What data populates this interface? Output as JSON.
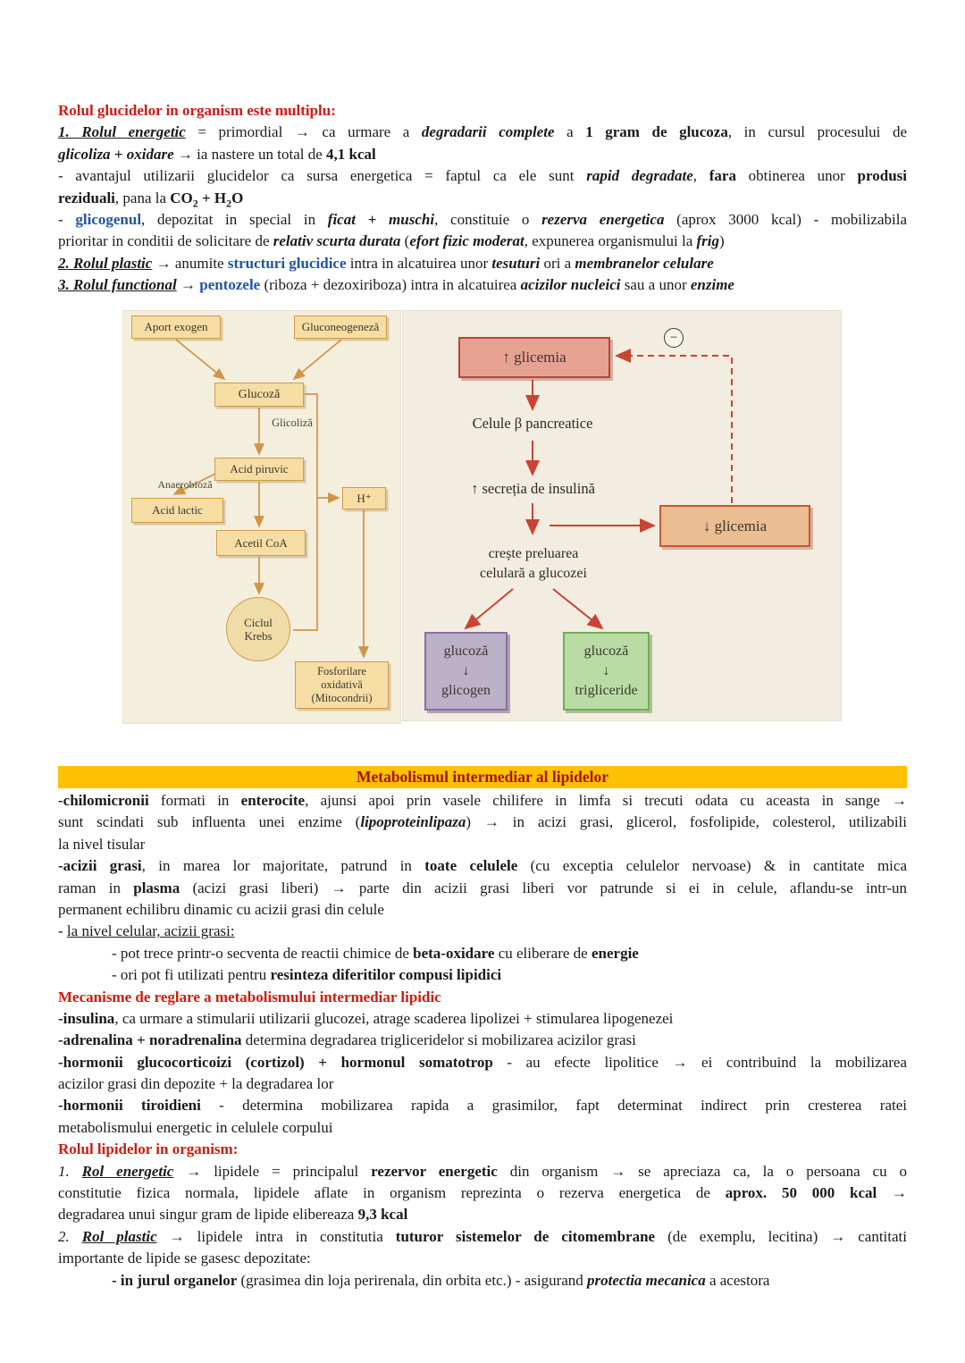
{
  "colors": {
    "header_red": "#d11a10",
    "link_blue": "#2353a0",
    "band_bg": "#ffc103",
    "band_text": "#a31309",
    "diagram_box_tan": "#f6dda4",
    "diagram_arrow_left": "#cf9446",
    "diagram_arrow_right": "#c94434",
    "glicemia_up_fill": "#e7a193",
    "glicemia_down_fill": "#eabd92",
    "glicogen_box_fill": "#bbb1c8",
    "trigliceride_box_fill": "#b9dca4"
  },
  "glucide_section": {
    "lines": [
      {
        "j": false,
        "ind": 0,
        "seg": [
          [
            "Rolul glucidelor in organism este multiplu:",
            "r"
          ]
        ]
      },
      {
        "j": true,
        "ind": 0,
        "seg": [
          [
            "1. Rolul energetic",
            "biu"
          ],
          [
            " = primordial → ca urmare a ",
            ""
          ],
          [
            "degradarii complete",
            "bi"
          ],
          [
            " a ",
            ""
          ],
          [
            "1 gram de glucoza",
            "b"
          ],
          [
            ", in cursul procesului de",
            ""
          ]
        ]
      },
      {
        "j": false,
        "ind": 0,
        "seg": [
          [
            "glicoliza + oxidare",
            "bi"
          ],
          [
            " → ia nastere un total de ",
            ""
          ],
          [
            "4,1 kcal",
            "b"
          ]
        ]
      },
      {
        "j": true,
        "ind": 0,
        "seg": [
          [
            "- avantajul utilizarii glucidelor ca sursa energetica = faptul ca ele sunt ",
            ""
          ],
          [
            "rapid degradate",
            "bi"
          ],
          [
            ", ",
            ""
          ],
          [
            "fara",
            "b"
          ],
          [
            " obtinerea unor ",
            ""
          ],
          [
            "produsi",
            "b"
          ]
        ]
      },
      {
        "j": false,
        "ind": 0,
        "seg": [
          [
            "reziduali",
            "b"
          ],
          [
            ", pana la ",
            ""
          ],
          [
            "CO",
            "b"
          ],
          [
            "2",
            "bsub"
          ],
          [
            " + H",
            "b"
          ],
          [
            "2",
            "bsub"
          ],
          [
            "O",
            "b"
          ]
        ]
      },
      {
        "j": true,
        "ind": 0,
        "seg": [
          [
            "- ",
            ""
          ],
          [
            "glicogenul",
            "bl"
          ],
          [
            ", depozitat in special in ",
            ""
          ],
          [
            "ficat + muschi",
            "bi"
          ],
          [
            ", constituie o ",
            ""
          ],
          [
            "rezerva energetica",
            "bi"
          ],
          [
            " (aprox 3000 kcal) - mobilizabila",
            ""
          ]
        ]
      },
      {
        "j": false,
        "ind": 0,
        "seg": [
          [
            "prioritar in conditii de solicitare de ",
            ""
          ],
          [
            "relativ scurta durata",
            "bi"
          ],
          [
            " (",
            ""
          ],
          [
            "efort fizic moderat",
            "bi"
          ],
          [
            ", expunerea organismului la ",
            ""
          ],
          [
            "frig",
            "bi"
          ],
          [
            ")",
            ""
          ]
        ]
      },
      {
        "j": false,
        "ind": 0,
        "seg": [
          [
            "2. Rolul plastic",
            "biu"
          ],
          [
            " → anumite ",
            ""
          ],
          [
            "structuri glucidice",
            "bl"
          ],
          [
            " intra in alcatuirea unor ",
            ""
          ],
          [
            "tesuturi",
            "bi"
          ],
          [
            " ori a ",
            ""
          ],
          [
            "membranelor celulare",
            "bi"
          ]
        ]
      },
      {
        "j": false,
        "ind": 0,
        "seg": [
          [
            "3. Rolul functional",
            "biu"
          ],
          [
            " → ",
            ""
          ],
          [
            "pentozele",
            "bl"
          ],
          [
            " (riboza + dezoxiriboza) intra in alcatuirea ",
            ""
          ],
          [
            "acizilor nucleici",
            "bi"
          ],
          [
            " sau a unor ",
            ""
          ],
          [
            "enzime",
            "bi"
          ]
        ]
      }
    ]
  },
  "diagram": {
    "left": {
      "aport_exogen": "Aport exogen",
      "gluconeogeneza": "Gluconeogeneză",
      "glucoza": "Glucoză",
      "glicoliza": "Glicoliză",
      "acid_piruvic": "Acid piruvic",
      "anaerobioza": "Anaerobioză",
      "acid_lactic": "Acid lactic",
      "h_plus": "H⁺",
      "acetil_coa": "Acetil CoA",
      "ciclul_krebs": "Ciclul\nKrebs",
      "fosforilare": "Fosforilare\noxidativă\n(Mitocondrii)"
    },
    "right": {
      "glicemia_up": "↑ glicemia",
      "minus": "−",
      "celule_beta": "Celule β pancreatice",
      "secretia": "↑ secreția de insulină",
      "glicemia_down": "↓ glicemia",
      "creste": "crește preluarea\ncelulară a glucozei",
      "glucoza_glicogen": "glucoză\n↓\nglicogen",
      "glucoza_trigliceride": "glucoză\n↓\ntrigliceride"
    }
  },
  "lipide_header": "Metabolismul intermediar al lipidelor",
  "lipide_section": {
    "lines": [
      {
        "j": true,
        "ind": 0,
        "seg": [
          [
            "-chilomicronii",
            "b"
          ],
          [
            " formati in ",
            ""
          ],
          [
            "enterocite",
            "b"
          ],
          [
            ", ajunsi apoi prin vasele chilifere in limfa si trecuti odata cu aceasta in sange →",
            ""
          ]
        ]
      },
      {
        "j": true,
        "ind": 0,
        "seg": [
          [
            "sunt scindati sub influenta unei enzime (",
            ""
          ],
          [
            "lipoproteinlipaza",
            "bi"
          ],
          [
            ") → in acizi grasi, glicerol, fosfolipide, colesterol, utilizabili",
            ""
          ]
        ]
      },
      {
        "j": false,
        "ind": 0,
        "seg": [
          [
            "la nivel tisular",
            ""
          ]
        ]
      },
      {
        "j": true,
        "ind": 0,
        "seg": [
          [
            "-acizii grasi",
            "b"
          ],
          [
            ", in marea lor majoritate, patrund in ",
            ""
          ],
          [
            "toate celulele",
            "b"
          ],
          [
            " (cu exceptia celulelor nervoase) & in cantitate mica",
            ""
          ]
        ]
      },
      {
        "j": true,
        "ind": 0,
        "seg": [
          [
            "raman in ",
            ""
          ],
          [
            "plasma",
            "b"
          ],
          [
            " (acizi grasi liberi) → parte din acizii grasi liberi vor patrunde si ei in celule, aflandu-se intr-un",
            ""
          ]
        ]
      },
      {
        "j": false,
        "ind": 0,
        "seg": [
          [
            "permanent echilibru dinamic cu acizii grasi din celule",
            ""
          ]
        ]
      },
      {
        "j": false,
        "ind": 0,
        "seg": [
          [
            "- ",
            ""
          ],
          [
            "la nivel celular, acizii grasi:",
            "u"
          ]
        ]
      },
      {
        "j": false,
        "ind": 1,
        "seg": [
          [
            "- pot trece printr-o secventa de reactii chimice de ",
            ""
          ],
          [
            "beta-oxidare",
            "b"
          ],
          [
            " cu eliberare de ",
            ""
          ],
          [
            "energie",
            "b"
          ]
        ]
      },
      {
        "j": false,
        "ind": 1,
        "seg": [
          [
            "- ori pot fi utilizati pentru ",
            ""
          ],
          [
            "resinteza diferitilor compusi lipidici",
            "b"
          ]
        ]
      },
      {
        "j": false,
        "ind": 0,
        "seg": [
          [
            "Mecanisme de reglare a metabolismului intermediar lipidic",
            "r"
          ]
        ]
      },
      {
        "j": false,
        "ind": 0,
        "seg": [
          [
            "-insulina",
            "b"
          ],
          [
            ", ca urmare a stimularii utilizarii glucozei, atrage scaderea lipolizei + stimularea lipogenezei",
            ""
          ]
        ]
      },
      {
        "j": false,
        "ind": 0,
        "seg": [
          [
            "-adrenalina + noradrenalina",
            "b"
          ],
          [
            " determina degradarea trigliceridelor si mobilizarea acizilor grasi",
            ""
          ]
        ]
      },
      {
        "j": true,
        "ind": 0,
        "seg": [
          [
            "-hormonii glucocorticoizi (cortizol) + hormonul somatotrop",
            "b"
          ],
          [
            " - au efecte lipolitice → ei contribuind la mobilizarea",
            ""
          ]
        ]
      },
      {
        "j": false,
        "ind": 0,
        "seg": [
          [
            "acizilor grasi din depozite + la degradarea lor",
            ""
          ]
        ]
      },
      {
        "j": true,
        "ind": 0,
        "seg": [
          [
            "-hormonii tiroidieni",
            "b"
          ],
          [
            " - determina mobilizarea rapida a grasimilor, fapt determinat indirect prin cresterea ratei",
            ""
          ]
        ]
      },
      {
        "j": false,
        "ind": 0,
        "seg": [
          [
            "metabolismului energetic in celulele corpului",
            ""
          ]
        ]
      },
      {
        "j": false,
        "ind": 0,
        "seg": [
          [
            "Rolul lipidelor in organism:",
            "r"
          ]
        ]
      },
      {
        "j": true,
        "ind": 0,
        "seg": [
          [
            "1. ",
            "i"
          ],
          [
            "Rol energetic",
            "biu"
          ],
          [
            " → lipidele = principalul ",
            ""
          ],
          [
            "rezervor energetic",
            "b"
          ],
          [
            " din organism → se apreciaza ca, la o persoana cu o",
            ""
          ]
        ]
      },
      {
        "j": true,
        "ind": 0,
        "seg": [
          [
            "constitutie fizica normala, lipidele aflate in organism reprezinta o rezerva energetica de ",
            ""
          ],
          [
            "aprox. 50 000 kcal",
            "b"
          ],
          [
            " →",
            ""
          ]
        ]
      },
      {
        "j": false,
        "ind": 0,
        "seg": [
          [
            "degradarea unui singur gram de lipide elibereaza ",
            ""
          ],
          [
            "9,3 kcal",
            "b"
          ]
        ]
      },
      {
        "j": true,
        "ind": 0,
        "seg": [
          [
            "2. ",
            "i"
          ],
          [
            "Rol plastic",
            "biu"
          ],
          [
            " → lipidele intra in constitutia ",
            ""
          ],
          [
            "tuturor sistemelor de citomembrane",
            "b"
          ],
          [
            " (de exemplu, lecitina) → cantitati",
            ""
          ]
        ]
      },
      {
        "j": false,
        "ind": 0,
        "seg": [
          [
            "importante de lipide se gasesc depozitate:",
            ""
          ]
        ]
      },
      {
        "j": false,
        "ind": 1,
        "seg": [
          [
            "- in jurul organelor",
            "b"
          ],
          [
            " (grasimea din loja perirenala, din orbita etc.) - asigurand ",
            ""
          ],
          [
            "protectia mecanica",
            "bi"
          ],
          [
            " a acestora",
            ""
          ]
        ]
      }
    ]
  }
}
